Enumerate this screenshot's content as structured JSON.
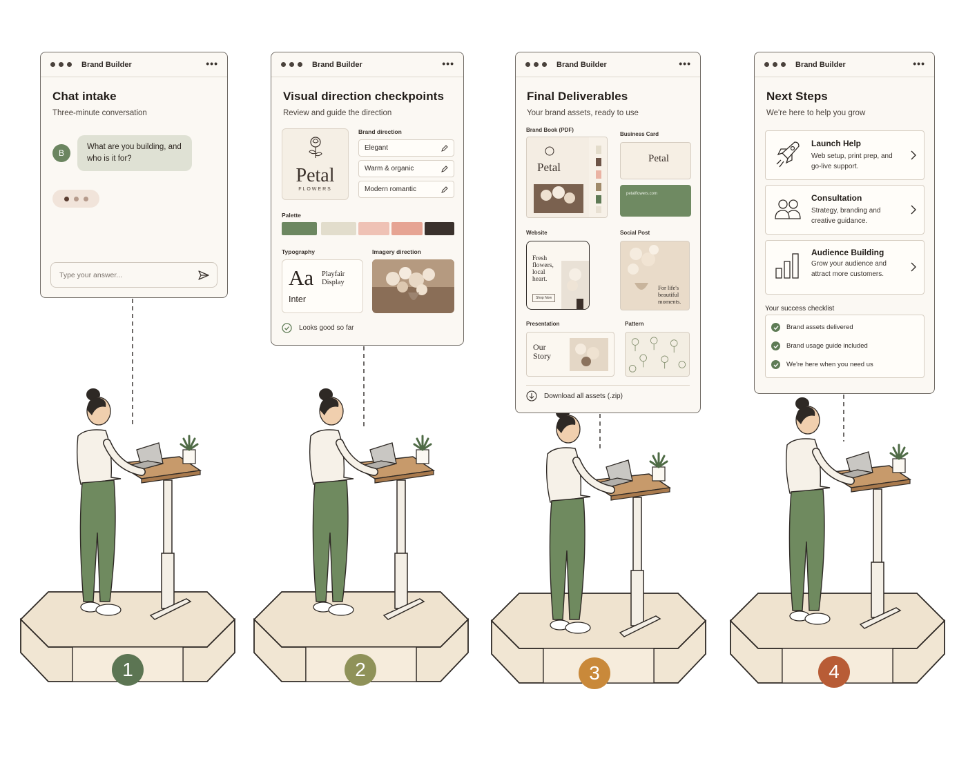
{
  "app_title": "Brand Builder",
  "more_glyph": "•••",
  "colors": {
    "step1": "#5c7553",
    "step2": "#8f9259",
    "step3": "#c9893a",
    "step4": "#b85c36",
    "sage": "#5e7b55"
  },
  "screens": [
    {
      "title": "Chat intake",
      "subtitle": "Three-minute conversation",
      "avatar_letter": "B",
      "message": "What are you building, and who is it for?",
      "input_placeholder": "Type your answer...",
      "send_icon": "send-icon"
    },
    {
      "title": "Visual direction checkpoints",
      "subtitle": "Review and guide the direction",
      "logo": {
        "word": "Petal",
        "tagline": "FLOWERS"
      },
      "brand_direction_label": "Brand direction",
      "directions": [
        "Elegant",
        "Warm & organic",
        "Modern romantic"
      ],
      "palette_label": "Palette",
      "palette": [
        "#6c8760",
        "#e2ddcc",
        "#efc2b5",
        "#e6a493",
        "#3a312c"
      ],
      "typography_label": "Typography",
      "typography": {
        "sample": "Aa",
        "serif_font": "Playfair Display",
        "sans_font": "Inter"
      },
      "imagery_label": "Imagery direction",
      "status": "Looks good so far"
    },
    {
      "title": "Final Deliverables",
      "subtitle": "Your brand assets, ready to use",
      "brand_book_label": "Brand Book (PDF)",
      "business_card_label": "Business Card",
      "business_card_url": "petalflowers.com",
      "website_label": "Website",
      "website_headline": "Fresh flowers, local heart.",
      "website_button": "Shop Now",
      "social_label": "Social Post",
      "social_caption": "For life's beautiful moments.",
      "presentation_label": "Presentation",
      "presentation_title": "Our Story",
      "pattern_label": "Pattern",
      "download": "Download all assets (.zip)"
    },
    {
      "title": "Next Steps",
      "subtitle": "We're here to help you grow",
      "services": [
        {
          "title": "Launch Help",
          "desc": "Web setup, print prep, and go-live support.",
          "icon": "rocket-icon"
        },
        {
          "title": "Consultation",
          "desc": "Strategy, branding and creative guidance.",
          "icon": "people-icon"
        },
        {
          "title": "Audience Building",
          "desc": "Grow your audience and attract more customers.",
          "icon": "bar-chart-icon"
        }
      ],
      "checklist_label": "Your success checklist",
      "checklist": [
        "Brand assets delivered",
        "Brand usage guide included",
        "We're here when you need us"
      ]
    }
  ],
  "steps": [
    "1",
    "2",
    "3",
    "4"
  ]
}
